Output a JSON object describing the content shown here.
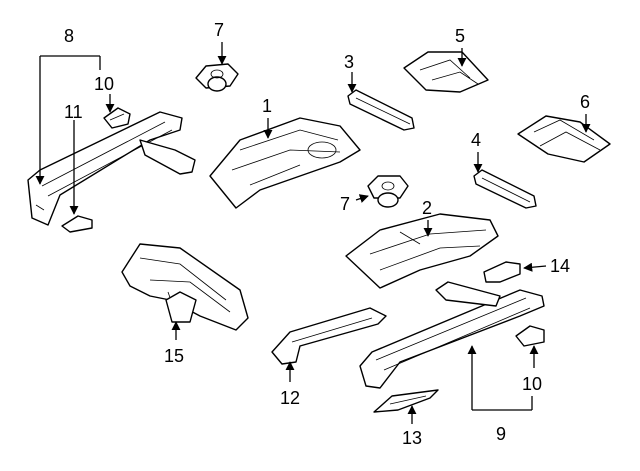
{
  "callouts": {
    "c1": "1",
    "c2": "2",
    "c3": "3",
    "c4": "4",
    "c5": "5",
    "c6": "6",
    "c7a": "7",
    "c7b": "7",
    "c8": "8",
    "c9": "9",
    "c10a": "10",
    "c10b": "10",
    "c11": "11",
    "c12": "12",
    "c13": "13",
    "c14": "14",
    "c15": "15"
  }
}
